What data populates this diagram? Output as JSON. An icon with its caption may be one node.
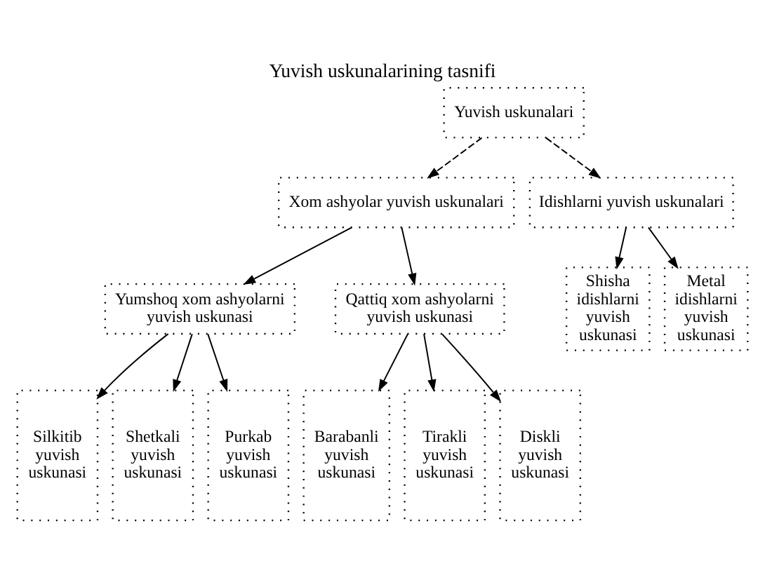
{
  "diagram": {
    "title": "Yuvish uskunalarining tasnifi",
    "nodes": [
      {
        "text": [
          "Yuvish uskunalari"
        ]
      },
      {
        "text": [
          "Xom ashyolar yuvish uskunalari"
        ]
      },
      {
        "text": [
          "Idishlarni yuvish uskunalari"
        ]
      },
      {
        "text": [
          "Yumshoq xom ashyolarni yuvish uskunasi"
        ]
      },
      {
        "text": [
          "Qattiq xom ashyolarni yuvish uskunasi"
        ]
      },
      {
        "text": [
          "Shisha idishlarni yuvish uskunasi"
        ]
      },
      {
        "text": [
          "Metal idishlarni yuvish uskunasi"
        ]
      },
      {
        "text": [
          "Silkitib yuvish uskunasi"
        ]
      },
      {
        "text": [
          "Shetkali yuvish uskunasi"
        ]
      },
      {
        "text": [
          "Purkab yuvish uskunasi"
        ]
      },
      {
        "text": [
          "Barabanli yuvish uskunasi"
        ]
      },
      {
        "text": [
          "Tirakli yuvish uskunasi"
        ]
      },
      {
        "text": [
          "Diskli yuvish uskunasi"
        ]
      }
    ],
    "edges": [
      {
        "from": 0,
        "to": 1,
        "arrow": "to",
        "style": "dashed"
      },
      {
        "from": 0,
        "to": 2,
        "arrow": "to",
        "style": "dashed"
      },
      {
        "from": 1,
        "to": 3,
        "arrow": "to"
      },
      {
        "from": 1,
        "to": 4,
        "arrow": "to"
      },
      {
        "from": 2,
        "to": 5,
        "arrow": "to"
      },
      {
        "from": 2,
        "to": 6,
        "arrow": "to"
      },
      {
        "from": 3,
        "to": 7,
        "arrow": "to"
      },
      {
        "from": 3,
        "to": 8,
        "arrow": "to"
      },
      {
        "from": 3,
        "to": 9,
        "arrow": "to"
      },
      {
        "from": 4,
        "to": 10,
        "arrow": "to"
      },
      {
        "from": 4,
        "to": 11,
        "arrow": "to"
      },
      {
        "from": 4,
        "to": 12,
        "arrow": "to"
      }
    ]
  }
}
